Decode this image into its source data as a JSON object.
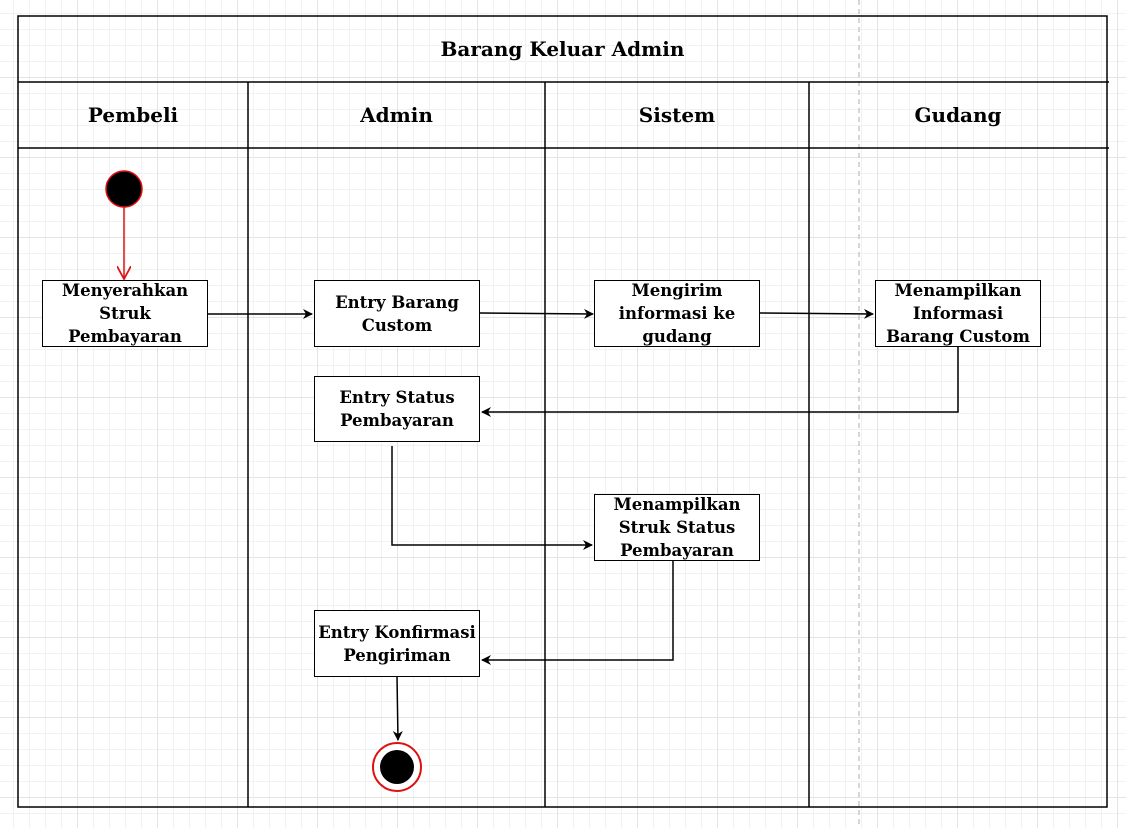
{
  "diagram": {
    "title": "Barang Keluar Admin",
    "lanes": [
      "Pembeli",
      "Admin",
      "Sistem",
      "Gudang"
    ],
    "nodes": {
      "start": "initial-node",
      "n1": "Menyerahkan Struk Pembayaran",
      "n2": "Entry Barang Custom",
      "n3": "Mengirim informasi ke gudang",
      "n4": "Menampilkan Informasi Barang Custom",
      "n5": "Entry Status Pembayaran",
      "n6": "Menampilkan Struk Status Pembayaran",
      "n7": "Entry Konfirmasi Pengiriman",
      "end": "final-node"
    },
    "edges": [
      [
        "start",
        "n1"
      ],
      [
        "n1",
        "n2"
      ],
      [
        "n2",
        "n3"
      ],
      [
        "n3",
        "n4"
      ],
      [
        "n4",
        "n5"
      ],
      [
        "n5",
        "n6"
      ],
      [
        "n6",
        "n7"
      ],
      [
        "n7",
        "end"
      ]
    ],
    "colors": {
      "line": "#000000",
      "start_arrow": "#e01010",
      "final_ring": "#e01010",
      "grid": "#e4e4e4"
    }
  }
}
